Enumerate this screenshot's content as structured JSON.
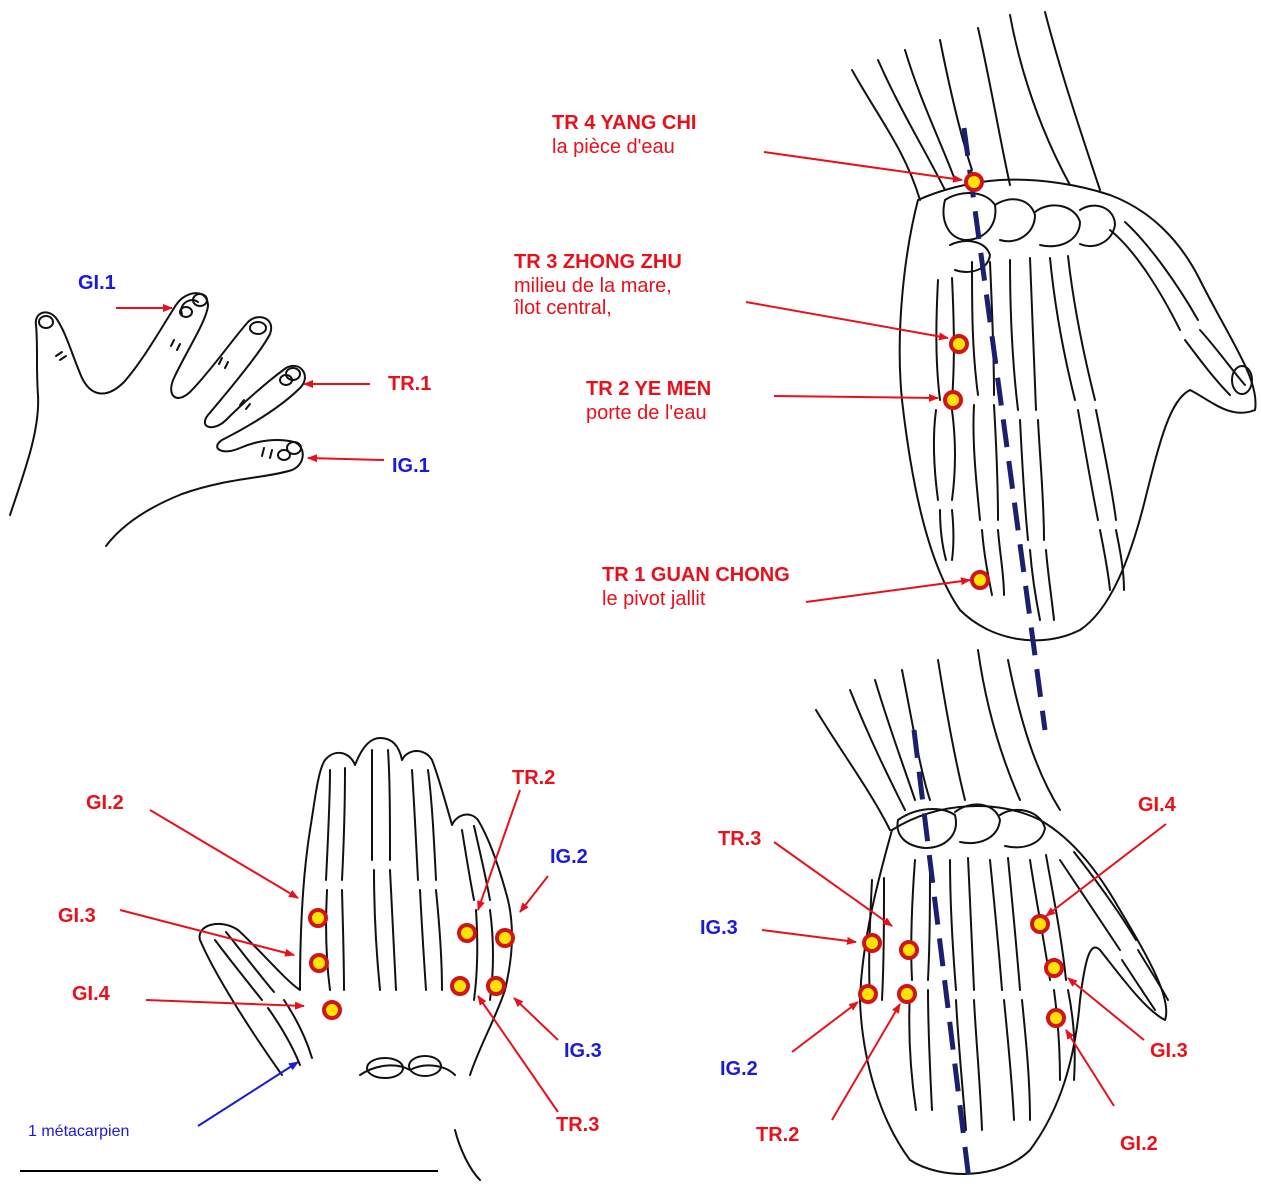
{
  "colors": {
    "label_red": "#e8101a",
    "label_blue": "#1a1ad8",
    "arrow_red": "#e8101a",
    "meridian_dash": "#1b1f6e",
    "point_fill": "#ffe400",
    "point_ring": "#d01515",
    "outline": "#111111"
  },
  "top_left": {
    "gi1": "GI.1",
    "tr1": "TR.1",
    "ig1": "IG.1"
  },
  "top_right": {
    "tr4_title": "TR 4 YANG CHI",
    "tr4_desc": "la pièce d'eau",
    "tr3_title": "TR 3 ZHONG ZHU",
    "tr3_desc1": "milieu de la mare,",
    "tr3_desc2": "îlot central,",
    "tr2_title": "TR 2 YE MEN",
    "tr2_desc": "porte de l'eau",
    "tr1_title": "TR 1 GUAN CHONG",
    "tr1_desc": "le pivot jallit"
  },
  "bottom_left": {
    "gi2": "GI.2",
    "gi3": "GI.3",
    "gi4": "GI.4",
    "tr2": "TR.2",
    "ig2": "IG.2",
    "ig3": "IG.3",
    "tr3": "TR.3",
    "metacarpien": "1 métacarpien"
  },
  "bottom_right": {
    "tr3": "TR.3",
    "ig3": "IG.3",
    "ig2": "IG.2",
    "tr2": "TR.2",
    "gi4": "GI.4",
    "gi3": "GI.3",
    "gi2": "GI.2"
  }
}
